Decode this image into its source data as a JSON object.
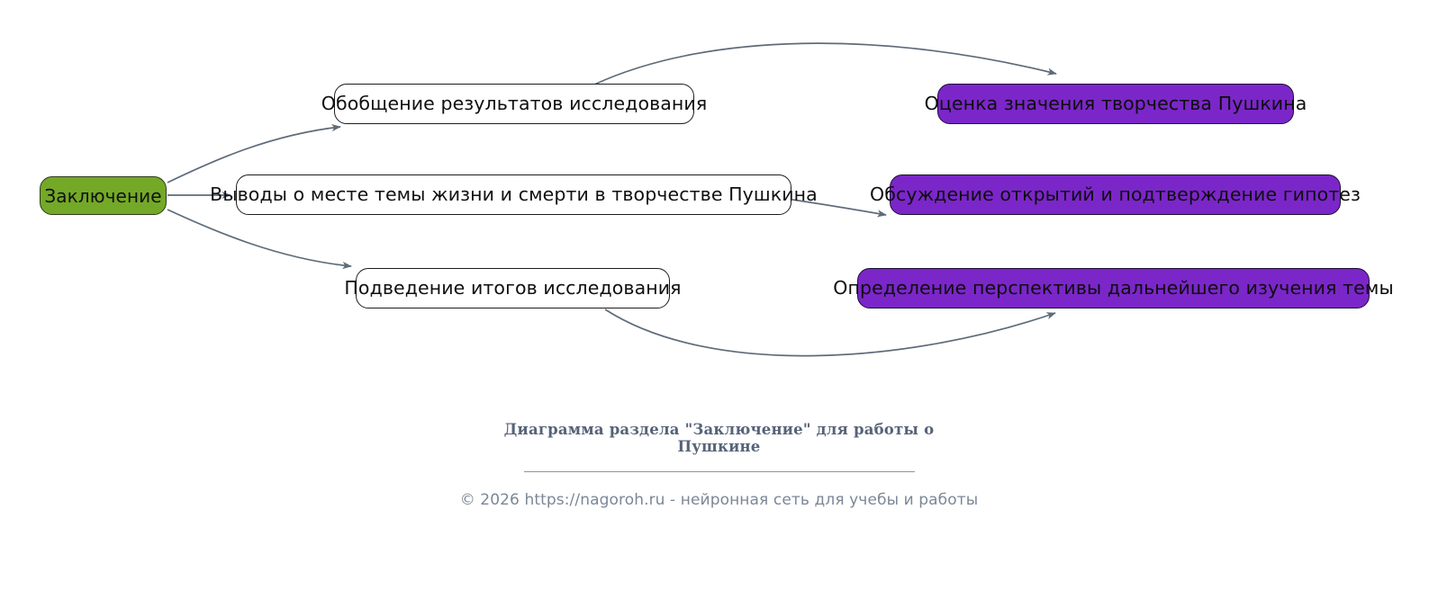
{
  "diagram": {
    "type": "flowchart",
    "direction": "left-to-right",
    "nodes": {
      "root": {
        "label": "Заключение",
        "fill": "#74A928",
        "text_color": "#121212"
      },
      "steps": [
        {
          "label": "Обобщение результатов исследования",
          "fill": "#FFFFFF"
        },
        {
          "label": "Выводы о месте темы жизни и смерти в творчестве Пушкина",
          "fill": "#FFFFFF"
        },
        {
          "label": "Подведение итогов исследования",
          "fill": "#FFFFFF"
        }
      ],
      "outcomes": [
        {
          "label": "Оценка значения творчества Пушкина",
          "fill": "#7B26C9"
        },
        {
          "label": "Обсуждение открытий и подтверждение гипотез",
          "fill": "#7B26C9"
        },
        {
          "label": "Определение перспективы дальнейшего изучения темы",
          "fill": "#7B26C9"
        }
      ]
    },
    "edges": [
      {
        "from": "Заключение",
        "to": "Обобщение результатов исследования"
      },
      {
        "from": "Заключение",
        "to": "Выводы о месте темы жизни и смерти в творчестве Пушкина"
      },
      {
        "from": "Заключение",
        "to": "Подведение итогов исследования"
      },
      {
        "from": "Обобщение результатов исследования",
        "to": "Оценка значения творчества Пушкина"
      },
      {
        "from": "Выводы о месте темы жизни и смерти в творчестве Пушкина",
        "to": "Обсуждение открытий и подтверждение гипотез"
      },
      {
        "from": "Подведение итогов исследования",
        "to": "Определение перспективы дальнейшего изучения темы"
      }
    ],
    "edge_color": "#5d6b7a"
  },
  "caption": {
    "title_line_1": "Диаграмма раздела \"Заключение\" для работы о",
    "title_line_2": "Пушкине",
    "title_color": "#566378"
  },
  "footer": {
    "text": "© 2026 https://nagoroh.ru - нейронная сеть для учебы и работы",
    "color": "#7c8797"
  }
}
